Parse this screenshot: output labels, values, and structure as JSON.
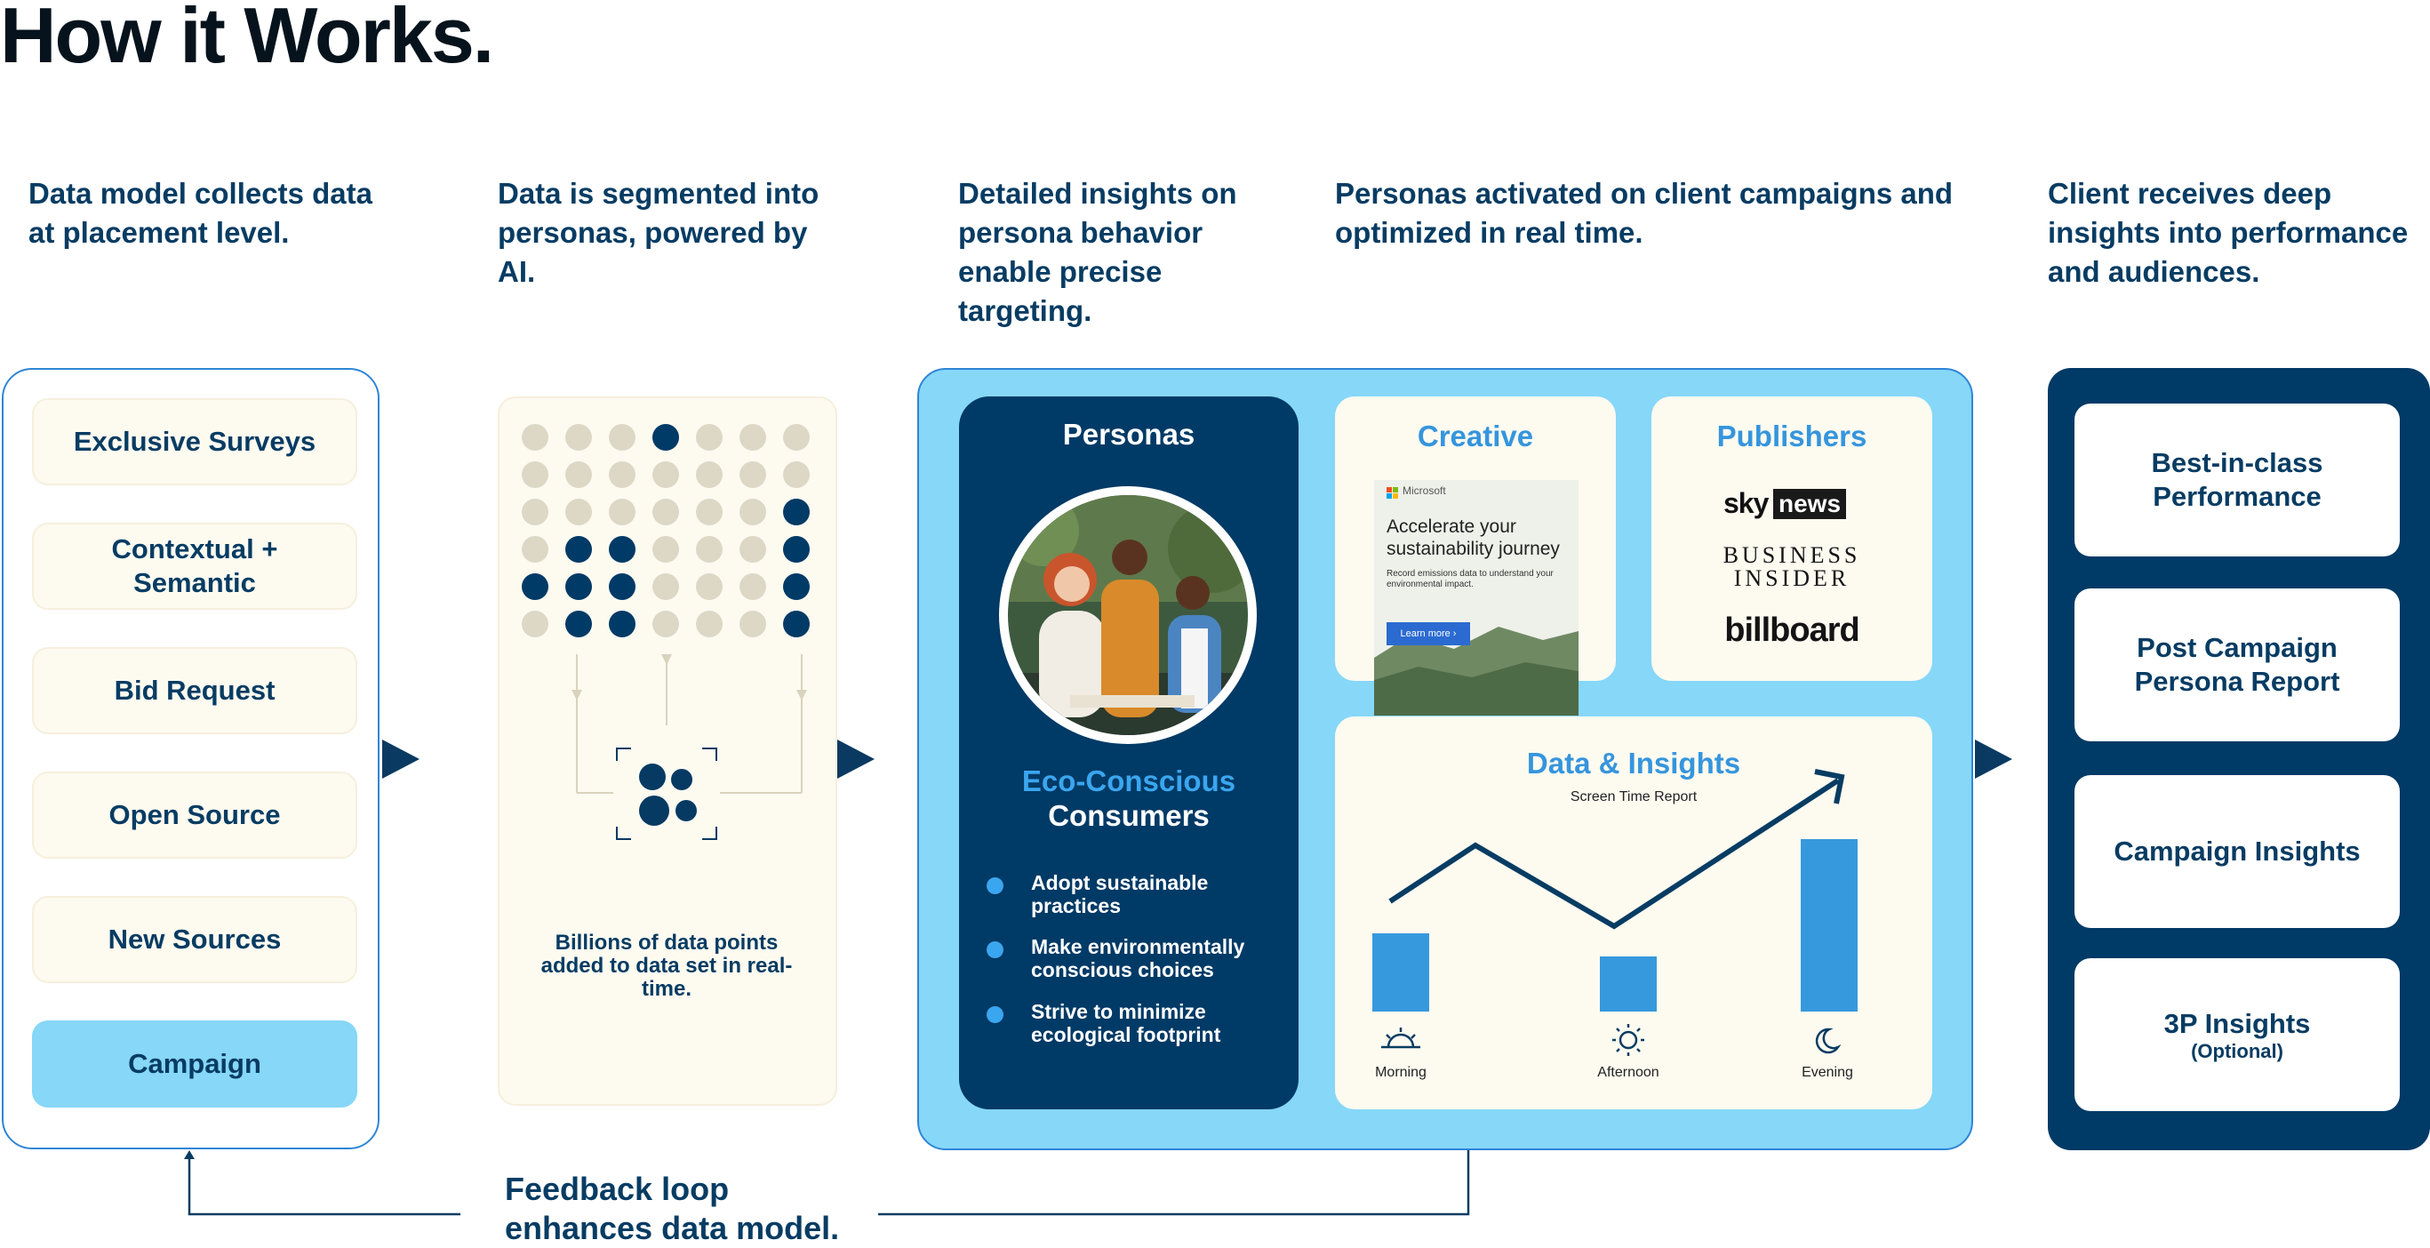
{
  "title": "How it Works.",
  "columns": {
    "collect": {
      "heading": "Data model collects data at placement level.",
      "sources": [
        "Exclusive Surveys",
        "Contextual + Semantic",
        "Bid Request",
        "Open Source",
        "New Sources",
        "Campaign"
      ]
    },
    "segment": {
      "heading": "Data is segmented into personas, powered by AI.",
      "caption": "Billions of data points added to data set in real-time."
    },
    "insights": {
      "heading": "Detailed insights on persona behavior enable precise targeting."
    },
    "activate": {
      "heading": "Personas activated on client campaigns and optimized in real time."
    },
    "client": {
      "heading": "Client receives deep insights into performance and audiences.",
      "cards": [
        {
          "label": "Best-in-class Performance",
          "sub": ""
        },
        {
          "label": "Post Campaign Persona Report",
          "sub": ""
        },
        {
          "label": "Campaign Insights",
          "sub": ""
        },
        {
          "label": "3P Insights",
          "sub": "(Optional)"
        }
      ]
    }
  },
  "personas": {
    "title": "Personas",
    "segment_line1": "Eco-Conscious",
    "segment_line2": "Consumers",
    "traits": [
      "Adopt sustainable practices",
      "Make environmentally conscious choices",
      "Strive to minimize ecological footprint"
    ]
  },
  "creative": {
    "title": "Creative",
    "ad_brand": "Microsoft",
    "ad_headline": "Accelerate your sustainability journey",
    "ad_body": "Record emissions data to understand your environmental impact.",
    "ad_cta": "Learn more ›"
  },
  "publishers": {
    "title": "Publishers",
    "logos": [
      "sky",
      "news",
      "BUSINESS",
      "INSIDER",
      "billboard"
    ]
  },
  "data_insights": {
    "title": "Data & Insights",
    "subtitle": "Screen Time Report",
    "times": [
      "Morning",
      "Afternoon",
      "Evening"
    ],
    "icons": [
      "sunrise-icon",
      "sun-icon",
      "moon-icon"
    ]
  },
  "feedback": {
    "line1": "Feedback loop",
    "line2": "enhances data model."
  },
  "colors": {
    "navy": "#003a66",
    "text_navy": "#073c63",
    "light_blue": "#86d7f8",
    "accent_blue": "#3aa6ef",
    "cream": "#fdfaf0",
    "beige_dot": "#ddd8c6"
  }
}
